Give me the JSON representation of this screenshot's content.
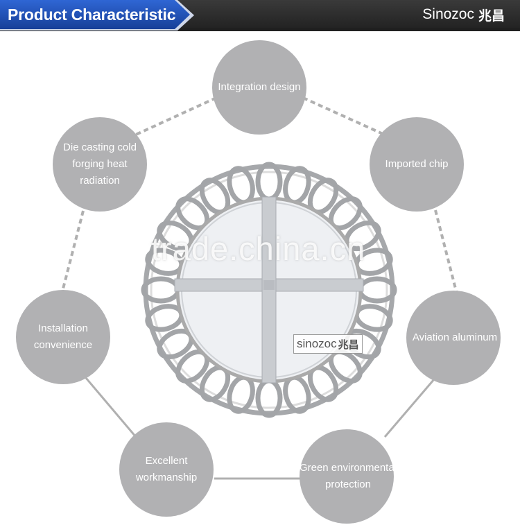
{
  "header": {
    "title": "Product Characteristic",
    "brand": "Sinozoc",
    "brand_cn": "兆昌"
  },
  "nodes": {
    "integration": [
      "Integration design"
    ],
    "imported_chip": [
      "Imported chip"
    ],
    "aviation": [
      "Aviation aluminum"
    ],
    "green": [
      "Green environmental",
      "protection"
    ],
    "workmanship": [
      "Excellent",
      "workmanship"
    ],
    "installation": [
      "Installation",
      "convenience"
    ],
    "die_casting": [
      "Die casting cold",
      "forging heat",
      "radiation"
    ]
  },
  "watermark": "trade.china.cn",
  "stamp": {
    "text": "sinozoc",
    "cn": "兆昌"
  },
  "colors": {
    "node_fill": "#b1b1b3",
    "connector": "#b0b0b0",
    "title_tab": "#1e4fb5",
    "header_bar": "#2b2b2b"
  },
  "icons": {
    "product": "ufo-led-high-bay-light"
  }
}
